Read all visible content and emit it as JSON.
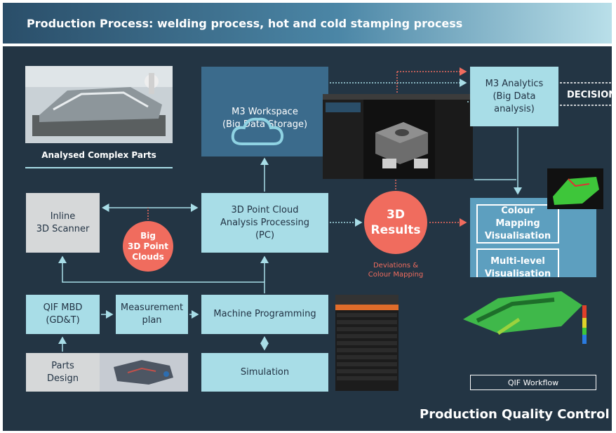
{
  "header": {
    "title": "Production Process: welding process, hot and cold stamping process"
  },
  "nodes": {
    "analysed_parts": "Analysed Complex Parts",
    "m3_workspace": [
      "M3 Workspace",
      "(Big Data Storage)"
    ],
    "m3_analytics": [
      "M3 Analytics",
      "(Big Data",
      "analysis)"
    ],
    "decision": "DECISION",
    "inline_scanner": [
      "Inline",
      "3D Scanner"
    ],
    "big_clouds": [
      "Big",
      "3D Point",
      "Clouds"
    ],
    "point_cloud_processing": [
      "3D Point Cloud",
      "Analysis Processing",
      "(PC)"
    ],
    "results": [
      "3D",
      "Results"
    ],
    "deviations": [
      "Deviations &",
      "Colour Mapping"
    ],
    "colour_mapping": [
      "Colour Mapping",
      "Visualisation"
    ],
    "multilevel": [
      "Multi-level",
      "Visualisation"
    ],
    "qif_mbd": [
      "QIF MBD",
      "(GD&T)"
    ],
    "measurement_plan": [
      "Measurement",
      "plan"
    ],
    "machine_programming": "Machine Programming",
    "simulation": "Simulation",
    "parts_design": [
      "Parts",
      "Design"
    ],
    "qif_workflow": "QIF Workflow",
    "footer": "Production Quality Control"
  },
  "colors": {
    "panel": "#233544",
    "light_box": "#a8dde7",
    "accent": "#f06c5e",
    "mid_box": "#3b6b8c"
  }
}
